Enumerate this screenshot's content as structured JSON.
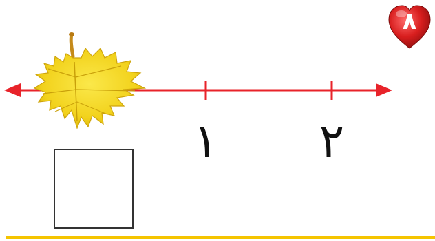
{
  "page_badge": {
    "number": "۸",
    "icon": "heart-icon",
    "color": "#d81e1e"
  },
  "number_line": {
    "color": "#e8232a",
    "tick_labels": [
      "۱",
      "۲"
    ]
  },
  "leaf": {
    "icon": "maple-leaf-icon",
    "color": "#f2d21c"
  },
  "answer_box": {
    "value": ""
  },
  "accent_rule_color": "#f5c400"
}
